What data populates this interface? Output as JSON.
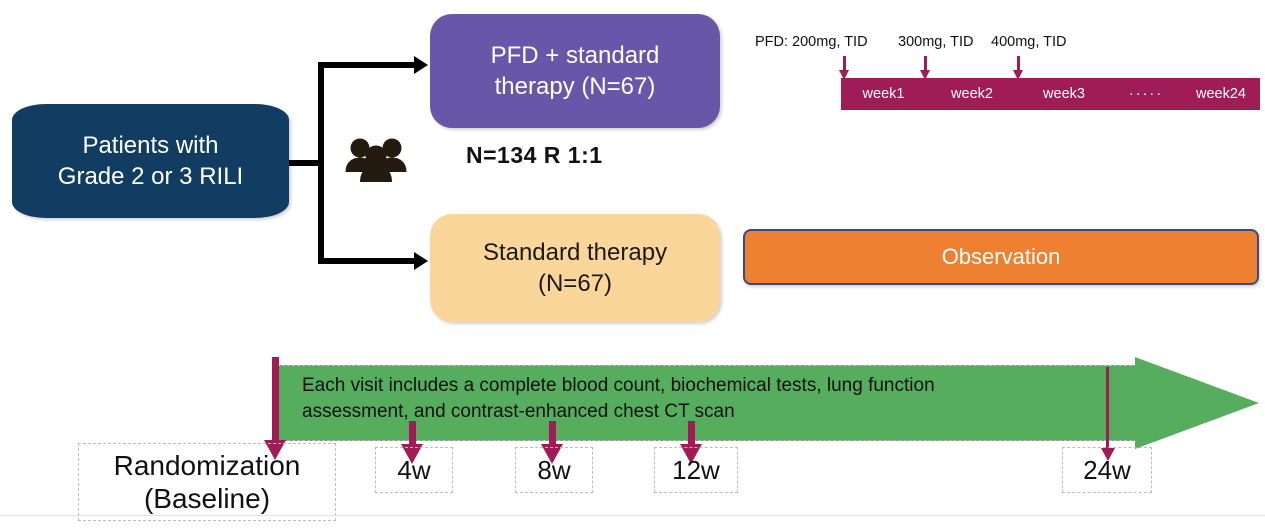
{
  "flow": {
    "source_box": {
      "line1": "Patients with",
      "line2": "Grade 2 or 3 RILI",
      "color": "#123d63"
    },
    "randomization_meta": "N=134   R 1:1",
    "people_icon": "people-group-icon",
    "arms": [
      {
        "id": "pfd",
        "line1": "PFD + standard",
        "line2": "therapy (N=67)",
        "color": "#6757a8"
      },
      {
        "id": "standard",
        "line1": "Standard therapy",
        "line2": "(N=67)",
        "color": "#fbd69a"
      }
    ]
  },
  "dosing": {
    "labels": [
      "PFD: 200mg, TID",
      "300mg, TID",
      "400mg, TID"
    ],
    "bar_color": "#9f1c56",
    "weeks": [
      "week1",
      "week2",
      "week3",
      "·····",
      "week24"
    ]
  },
  "observation": {
    "label": "Observation",
    "fill": "#ee8131",
    "border": "#3b4a80"
  },
  "visit_banner": {
    "line1": "Each visit includes a complete blood count, biochemical tests, lung function",
    "line2": "assessment, and contrast-enhanced chest CT scan",
    "color": "#56ad5d"
  },
  "visits": [
    {
      "id": "baseline",
      "line1": "Randomization",
      "line2": "(Baseline)"
    },
    {
      "id": "w4",
      "label": "4w"
    },
    {
      "id": "w8",
      "label": "8w"
    },
    {
      "id": "w12",
      "label": "12w"
    },
    {
      "id": "w24",
      "label": "24w"
    }
  ]
}
